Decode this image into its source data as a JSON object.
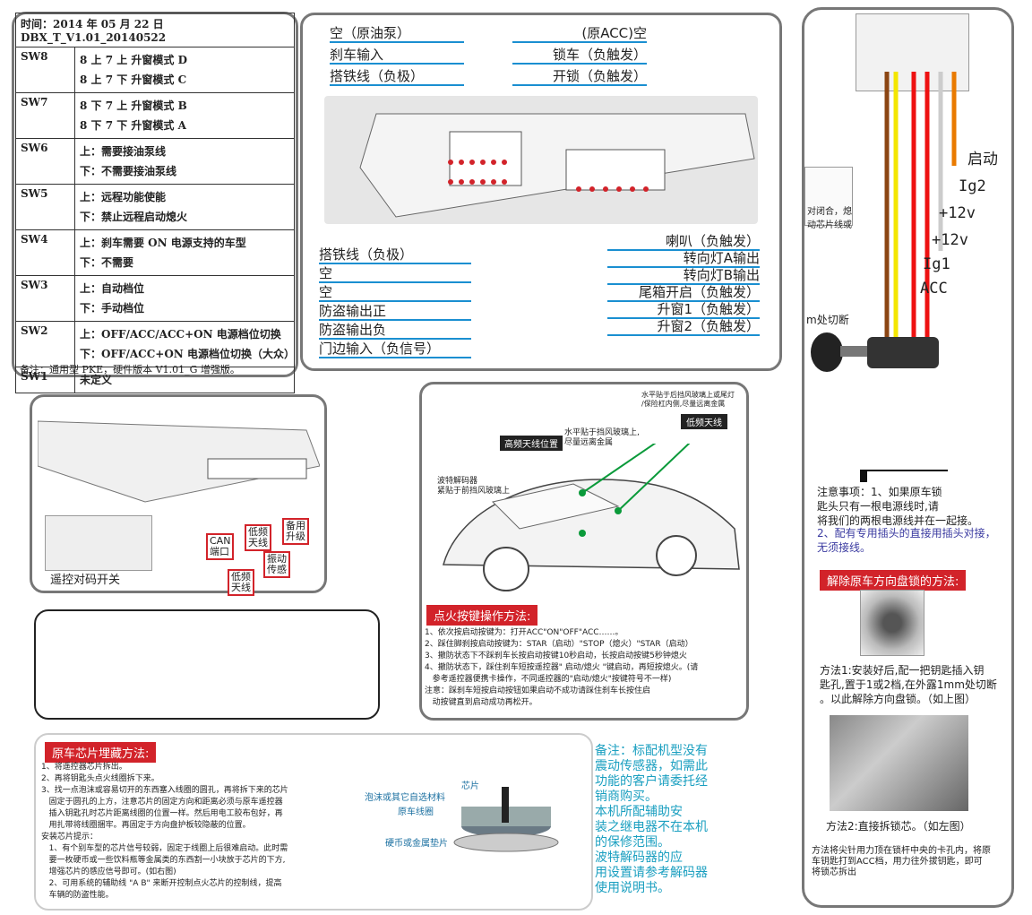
{
  "switch_table": {
    "header": "时间：2014 年 05 月 22 日 DBX_T_V1.01_20140522",
    "rows": [
      {
        "key": "SW8",
        "values": [
          "8 上 7 上   升窗模式 D",
          "8 上 7 下   升窗模式 C"
        ]
      },
      {
        "key": "SW7",
        "values": [
          "8 下 7 上   升窗模式 B",
          "8 下 7 下   升窗模式 A"
        ]
      },
      {
        "key": "SW6",
        "values": [
          "上：需要接油泵线",
          "下：不需要接油泵线"
        ]
      },
      {
        "key": "SW5",
        "values": [
          "上：远程功能使能",
          "下：禁止远程启动熄火"
        ]
      },
      {
        "key": "SW4",
        "values": [
          "上：刹车需要 ON 电源支持的车型",
          "下：不需要"
        ]
      },
      {
        "key": "SW3",
        "values": [
          "上：自动档位",
          "下：手动档位"
        ]
      },
      {
        "key": "SW2",
        "values": [
          "上：OFF/ACC/ACC+ON  电源档位切换",
          "下：OFF/ACC+ON  电源档位切换（大众）"
        ]
      },
      {
        "key": "SW1",
        "values": [
          "未定义"
        ]
      }
    ],
    "note": "备注：通用型 PKE，硬件版本 V1.01_G   增强版。"
  },
  "wiring": {
    "top_left": [
      "空（原油泵）",
      "刹车输入",
      "搭铁线（负极）"
    ],
    "top_right": [
      "(原ACC)空",
      "锁车（负触发）",
      "开锁（负触发）"
    ],
    "bottom_left": [
      "搭铁线（负极）",
      "空",
      "空",
      "防盗输出正",
      "防盗输出负",
      "门边输入（负信号）"
    ],
    "bottom_right": [
      "喇叭（负触发）",
      "转向灯A输出",
      "转向灯B输出",
      "尾箱开启（负触发）",
      "升窗1（负触发）",
      "升窗2（负触发）"
    ]
  },
  "ignition": {
    "labels": [
      "启动",
      "Ig2",
      "+12v",
      "+12v",
      "Ig1",
      "ACC"
    ],
    "snippet": "对闭合，熄\n动芯片线或",
    "cut_label": "m处切断",
    "notes_title": "注意事项：1、如果原车锁\n匙头只有一根电源线时,请\n将我们的两根电源线并在一起接。",
    "notes_2": "2、配有专用插头的直接用插头对接，\n无须接线。",
    "lock_title": "解除原车方向盘锁的方法:",
    "method1": "方法1:安装好后,配一把钥匙插入钥\n匙孔,置于1或2档,在外露1mm处切断\n。以此解除方向盘锁。（如上图）",
    "method2": "方法2:直接拆锁芯。（如左图）",
    "method2_detail": "方法将尖针用力顶在锁杆中央的卡孔内，将原\n车钥匙打到ACC档，用力往外拔钥匙，即可\n将锁芯拆出"
  },
  "module": {
    "ports": [
      "CAN\n端口",
      "低频\n天线",
      "低频\n天线",
      "振动\n传感",
      "备用\n升级"
    ],
    "dip_label": "遥控对码开关"
  },
  "car": {
    "labels": {
      "low_freq_note": "水平贴于后挡风玻璃上或尾灯\n/保险杠内侧,尽量远离金属",
      "low_freq": "低频天线",
      "high_freq": "高频天线位置",
      "high_freq_note": "水平贴于挡风玻璃上,\n尽量远离金属",
      "decoder": "波特解码器\n紧贴于前挡风玻璃上"
    },
    "ignition_title": "点火按键操作方法:",
    "ignition_steps": [
      "1、依次按启动按键为：打开ACC\"ON\"OFF\"ACC……。",
      "2、踩住脚刹按启动按键为：STAR（启动）\"STOP（熄火）\"STAR（启动）",
      "3、撤防状态下不踩刹车长按启动按键10秒启动，长按启动按键5秒钟熄火",
      "4、撤防状态下，踩住刹车短按遥控器\" 启动/熄火 \"键启动，再短按熄火。(请",
      "   参考遥控器便携卡操作，不同遥控器的\"启动/熄火\"按键符号不一样)",
      "注意：踩刹车短按启动按钮如果启动不成功请踩住刹车长按住启",
      "   动按键直到启动成功再松开。"
    ]
  },
  "chip": {
    "title": "原车芯片埋藏方法:",
    "steps": [
      "1、将遥控器芯片拆出。",
      "2、再将钥匙头点火线圈拆下来。",
      "3、找一点泡沫或容易切开的东西塞入线圈的圆孔，再将拆下来的芯片",
      "   固定于圆孔的上方，注意芯片的固定方向和距离必须与原车遥控器",
      "   插入钥匙孔时芯片距离线圈的位置一样。然后用电工胶布包好，再",
      "   用扎带将线圈捆牢。再固定于方向盘护板较隐蔽的位置。",
      "安装芯片提示：",
      "   1、有个别车型的芯片信号较弱，固定于线圈上后很难启动。此时需",
      "   要一枚硬币或一些饮料瓶等金属类的东西割一小块放于芯片的下方,",
      "   增强芯片的感应信号即可。(如右图)",
      "   2、可用系统的辅助线 \"A B\" 来断开控制点火芯片的控制线，提高",
      "   车辆的防盗性能。"
    ],
    "diagram_labels": [
      "芯片",
      "泡沫或其它自选材料",
      "原车线圈",
      "硬币或金属垫片"
    ],
    "remark": "备注：标配机型没有\n震动传感器，如需此\n功能的客户请委托经\n销商购买。\n   本机所配辅助安\n装之继电器不在本机\n的保修范围。\n   波特解码器的应\n用设置请参考解码器\n使用说明书。"
  },
  "colors": {
    "accent_red": "#d2232a",
    "wire_blue": "#1a8fd1",
    "remark_cyan": "#1a9fc0"
  }
}
